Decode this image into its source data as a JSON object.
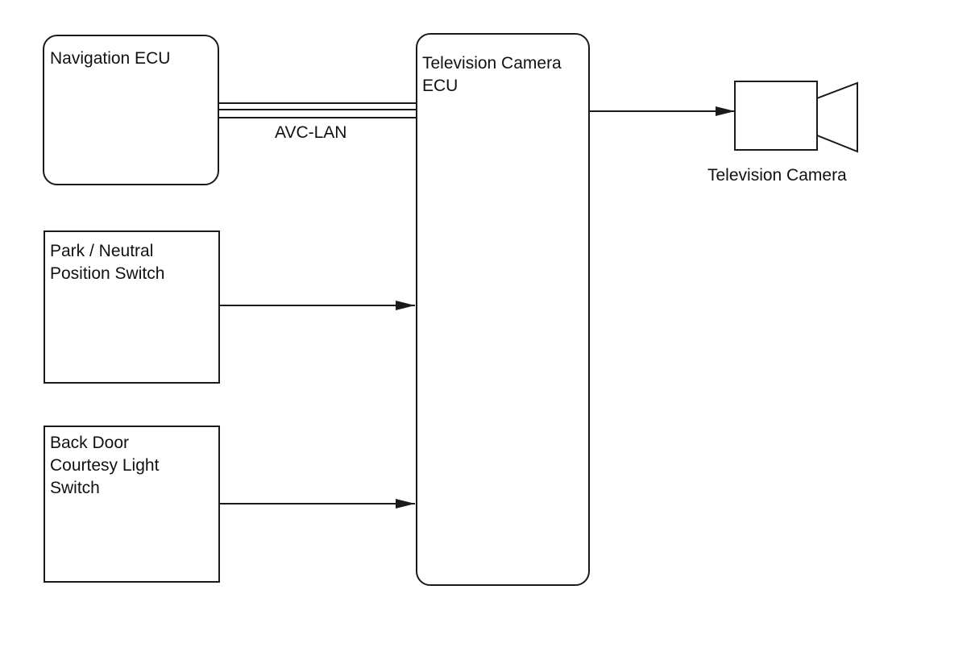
{
  "diagram": {
    "nodes": {
      "navigation_ecu": {
        "label": "Navigation ECU"
      },
      "tv_camera_ecu": {
        "label": "Television Camera\nECU"
      },
      "park_neutral_switch": {
        "label": "Park / Neutral\nPosition Switch"
      },
      "back_door_switch": {
        "label": "Back Door\nCourtesy Light\nSwitch"
      },
      "tv_camera": {
        "label": "Television Camera",
        "icon": "camera-icon"
      }
    },
    "edges": [
      {
        "from": "navigation_ecu",
        "to": "tv_camera_ecu",
        "label": "AVC-LAN",
        "style": "bus"
      },
      {
        "from": "park_neutral_switch",
        "to": "tv_camera_ecu",
        "label": "",
        "style": "arrow"
      },
      {
        "from": "back_door_switch",
        "to": "tv_camera_ecu",
        "label": "",
        "style": "arrow"
      },
      {
        "from": "tv_camera_ecu",
        "to": "tv_camera",
        "label": "",
        "style": "arrow"
      }
    ],
    "colors": {
      "stroke": "#1a1a1a",
      "background": "#ffffff"
    }
  }
}
